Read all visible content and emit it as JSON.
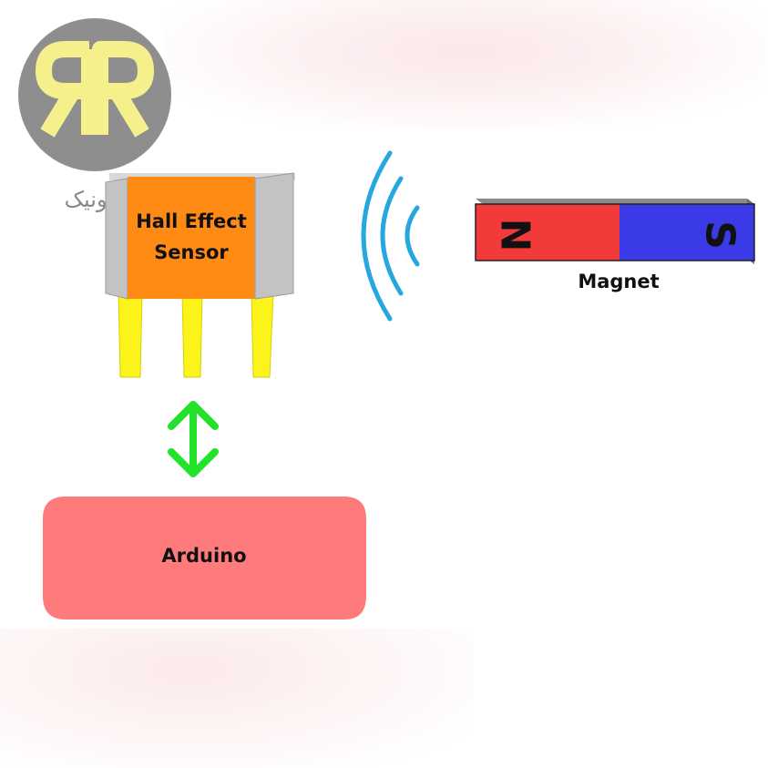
{
  "logo": {
    "caption": "رودونیک",
    "colors": {
      "circle": "#8e8e8e",
      "mark": "#f6f08c"
    }
  },
  "sensor": {
    "label_line1": "Hall Effect",
    "label_line2": "Sensor",
    "colors": {
      "body": "#ff8a14",
      "side": "#c3c3c3",
      "pins": "#fbf31a"
    }
  },
  "magnet": {
    "label": "Magnet",
    "north": "N",
    "south": "S",
    "colors": {
      "north": "#f23a3a",
      "south": "#3a3ae6"
    }
  },
  "arduino": {
    "label": "Arduino",
    "color": "#ff7b7b"
  },
  "connector": {
    "color": "#22e22a",
    "type": "double-arrow"
  },
  "field_waves": {
    "color": "#27a7df",
    "count": 3
  }
}
